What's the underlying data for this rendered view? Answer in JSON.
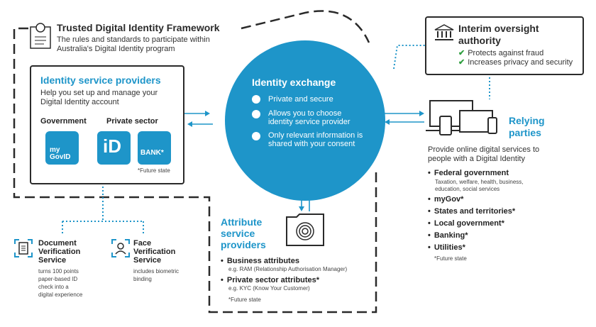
{
  "framework": {
    "title": "Trusted Digital Identity Framework",
    "subtitle_line1": "The rules and standards to participate within",
    "subtitle_line2": "Australia's Digital Identity program"
  },
  "isp": {
    "title": "Identity service providers",
    "desc_line1": "Help you set up and manage your",
    "desc_line2": "Digital Identity account",
    "government_label": "Government",
    "private_label": "Private sector",
    "mygov_line1": "my",
    "mygov_line2": "GovID",
    "id_logo": "iD",
    "bank_label": "BANK*",
    "future_state": "*Future state"
  },
  "exchange": {
    "title": "Identity exchange",
    "item1": "Private and secure",
    "item2_line1": "Allows you to choose",
    "item2_line2": "identity service provider",
    "item3_line1": "Only relevant information is",
    "item3_line2": "shared with your consent"
  },
  "oversight": {
    "title_line1": "Interim oversight",
    "title_line2": "authority",
    "point1": "Protects against fraud",
    "point2": "Increases privacy and security"
  },
  "relying": {
    "title_line1": "Relying",
    "title_line2": "parties",
    "desc_line1": "Provide online digital services to",
    "desc_line2": "people with a Digital Identity",
    "items": [
      "Federal government",
      "myGov*",
      "States and territories*",
      "Local government*",
      "Banking*",
      "Utilities*"
    ],
    "federal_sub_line1": "Taxation, welfare, health, business,",
    "federal_sub_line2": "education, social services",
    "future_state": "*Future state"
  },
  "asp": {
    "title_line1": "Attribute",
    "title_line2": "service",
    "title_line3": "providers",
    "item1": "Business attributes",
    "item1_sub": "e.g. RAM (Relationship Authorisation Manager)",
    "item2": "Private sector attributes*",
    "item2_sub": "e.g. KYC (Know Your Customer)",
    "future_state": "*Future state"
  },
  "dvs": {
    "title_line1": "Document",
    "title_line2": "Verification",
    "title_line3": "Service",
    "desc_line1": "turns 100 points",
    "desc_line2": "paper-based ID",
    "desc_line3": "check into a",
    "desc_line4": "digital experience"
  },
  "fvs": {
    "title_line1": "Face",
    "title_line2": "Verification",
    "title_line3": "Service",
    "desc_line1": "includes biometric",
    "desc_line2": "binding"
  },
  "colors": {
    "brand_blue": "#1e95c9",
    "dark": "#2a2a2a",
    "check_green": "#2e9e3e"
  },
  "icons": [
    "certificate-icon",
    "bank-building-icon",
    "devices-icon",
    "fingerprint-folder-icon",
    "document-scan-icon",
    "face-scan-icon",
    "lock-icon",
    "person-icon",
    "checkmark-icon"
  ]
}
